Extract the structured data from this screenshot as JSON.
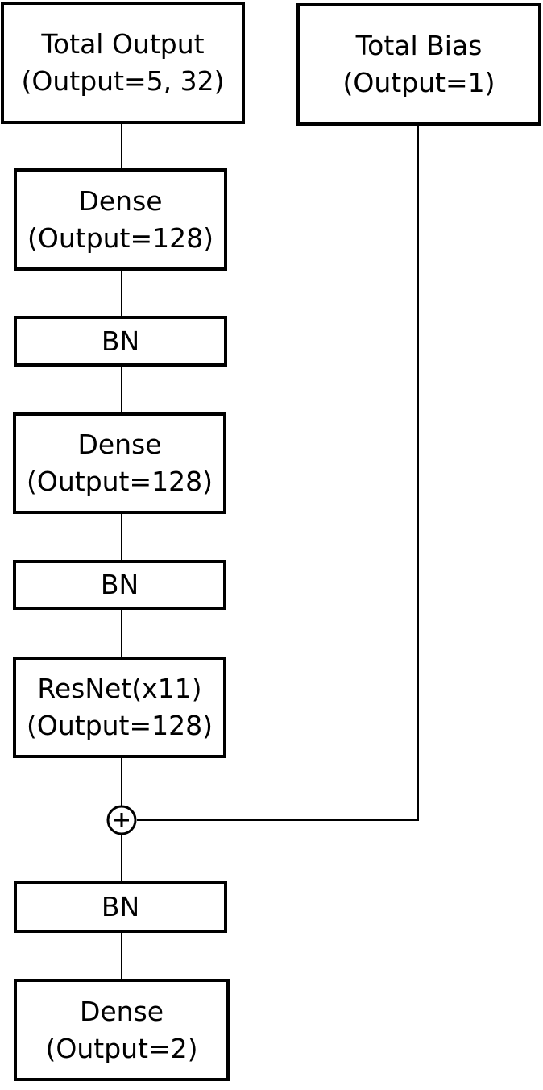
{
  "nodes": {
    "total_output": {
      "line1": "Total Output",
      "line2": "(Output=5, 32)"
    },
    "total_bias": {
      "line1": "Total Bias",
      "line2": "(Output=1)"
    },
    "dense_1": {
      "line1": "Dense",
      "line2": "(Output=128)"
    },
    "bn_1": {
      "line1": "BN"
    },
    "dense_2": {
      "line1": "Dense",
      "line2": "(Output=128)"
    },
    "bn_2": {
      "line1": "BN"
    },
    "resnet": {
      "line1": "ResNet(x11)",
      "line2": "(Output=128)"
    },
    "bn_3": {
      "line1": "BN"
    },
    "dense_out": {
      "line1": "Dense",
      "line2": "(Output=2)"
    }
  },
  "add_symbol": "plus-circle-icon"
}
